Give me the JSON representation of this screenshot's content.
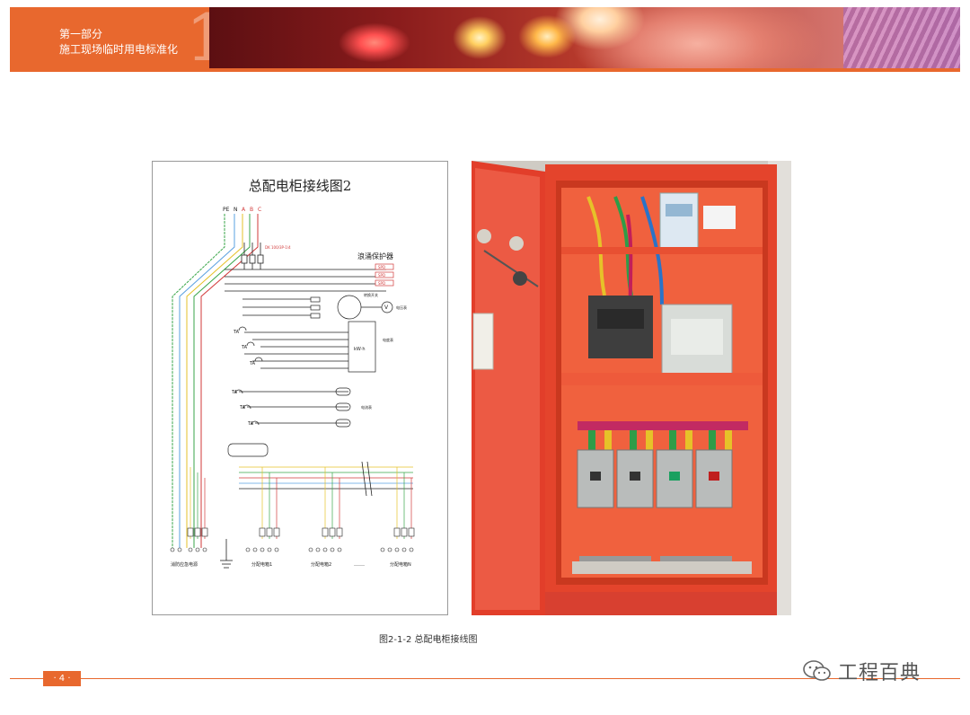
{
  "header": {
    "part_label": "第一部分",
    "section_title": "施工现场临时用电标准化",
    "numeral": "1"
  },
  "diagram": {
    "title": "总配电柜接线图2",
    "phase_labels": [
      "PE",
      "N",
      "A",
      "B",
      "C"
    ],
    "surge_label": "浪涌保护器",
    "spd_labels": [
      "SPD",
      "SPD",
      "SPD"
    ],
    "switch_label": "转换开关",
    "voltmeter_symbol": "V",
    "voltmeter_label": "电压表",
    "kwh_box_label": "kW·h",
    "meter_label": "电度表",
    "ammeter_label": "电流表",
    "ta_labels": [
      "TA",
      "TA",
      "TA",
      "TA",
      "TA",
      "TA"
    ],
    "breaker_note": "DK 100/3P-1\\4",
    "outputs": [
      "消防应急电源",
      "分配电箱1",
      "分配电箱2",
      "……",
      "分配电箱N"
    ]
  },
  "photo": {
    "alt": "总配电柜实物照片"
  },
  "caption": "图2-1-2 总配电柜接线图",
  "footer": {
    "page_number": "· 4 ·",
    "watermark": "工程百典"
  },
  "colors": {
    "accent": "#e8682e",
    "wire_a": "#e6c229",
    "wire_b": "#3aa64a",
    "wire_c": "#d23a3a",
    "wire_n": "#5aa0e0",
    "cabinet": "#e8432a"
  }
}
